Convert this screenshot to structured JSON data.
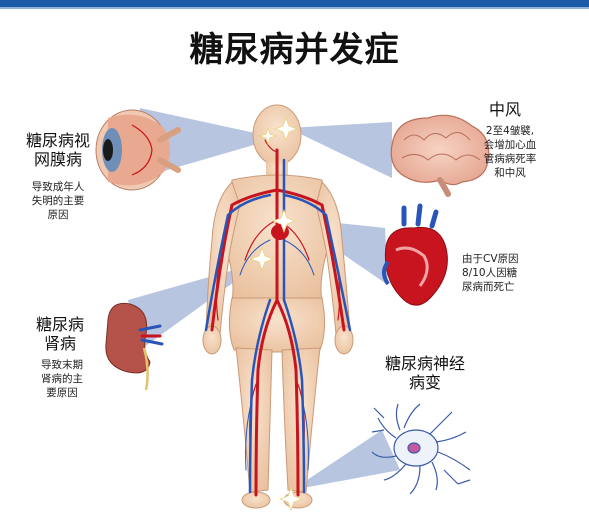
{
  "title": "糖尿病并发症",
  "retinopathy": {
    "name_line1": "糖尿病视",
    "name_line2": "网膜病",
    "desc_line1": "导致成年人",
    "desc_line2": "失明的主要",
    "desc_line3": "原因"
  },
  "stroke": {
    "name": "中风",
    "desc_line1": "2至4皱襞,",
    "desc_line2": "会增加心血",
    "desc_line3": "管病病死率",
    "desc_line4": "和中风"
  },
  "cardio": {
    "desc_line1": "由于CV原因",
    "desc_line2": "8/10人因糖",
    "desc_line3": "尿病而死亡"
  },
  "nephropathy": {
    "name_line1": "糖尿病",
    "name_line2": "肾病",
    "desc_line1": "导致末期",
    "desc_line2": "肾病的主",
    "desc_line3": "要原因"
  },
  "neuropathy": {
    "name_line1": "糖尿病神经",
    "name_line2": "病变"
  },
  "colors": {
    "header_bar": "#1c5aa8",
    "beam": "#9fb2d6",
    "artery": "#c8141e",
    "vein": "#2a55b8",
    "skin": "#f2d3b8"
  }
}
